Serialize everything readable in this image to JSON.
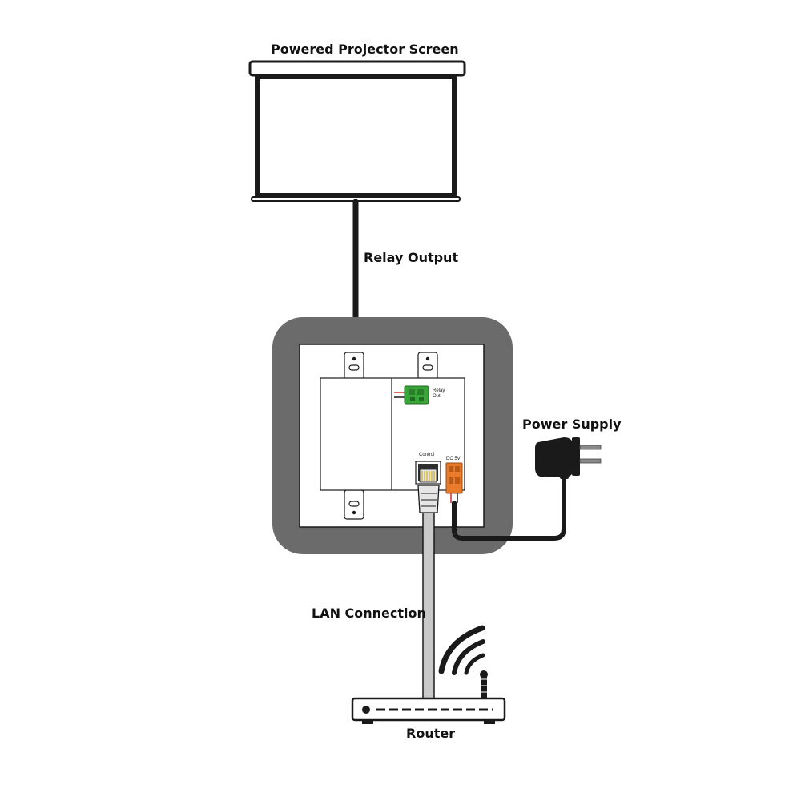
{
  "labels": {
    "screen": "Powered Projector Screen",
    "relay": "Relay Output",
    "power": "Power Supply",
    "lan": "LAN Connection",
    "router": "Router"
  },
  "port_labels": {
    "relay_line1": "Relay",
    "relay_line2": "Out",
    "control": "Control",
    "dc": "DC 5V"
  },
  "colors": {
    "frame": "#6b6b6b",
    "cable": "#1a1a1a",
    "lan_cable": "#c9c9c9",
    "relay_connector": "#3aa63a",
    "power_connector": "#e87a2a",
    "wire_red": "#d32f2f"
  }
}
